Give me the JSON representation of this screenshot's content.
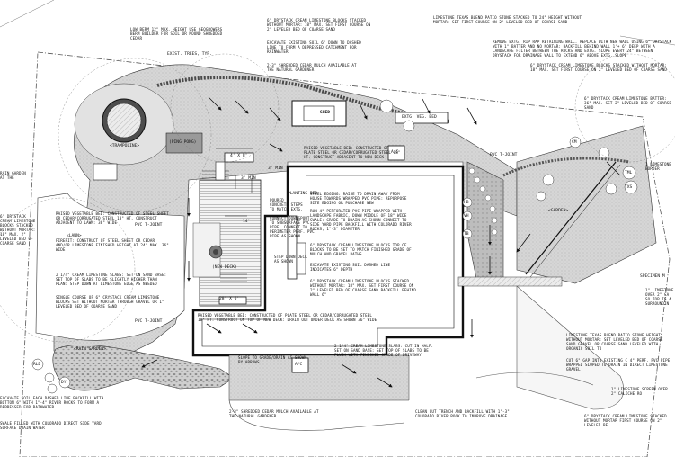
{
  "labels": {
    "trampoline": "<TRAMPOLINE>",
    "ping_pong": "(PING PONG)",
    "shed": "SHED",
    "extg_veg_bed": "EXTG. VEG. BED",
    "lawn": "<LAWN>",
    "new_deck": "(NEW DECK)",
    "garden": "<GARDEN>",
    "rain_garden": "<RAIN GARDEN>",
    "exist_trees": "EXIST. TREES, TYP.",
    "planting_bed": "PLANTING BED",
    "deck_dim": "28' X 6'",
    "dim_4x8": "4' X 8'",
    "min1": "3' MIN",
    "min2": "3' MIN",
    "dim_14": "14'",
    "ac1": "A/C",
    "ac2": "A/C",
    "specimen": "SPECIMEN M",
    "pvc1": "PVC T-JOINT",
    "pvc2": "PVC T-JOINT",
    "pvc3": "PVC T-JOINT"
  },
  "plants": {
    "rld": "RLD",
    "cm": "CM",
    "dy": "DY",
    "txs": "TXS",
    "tml": "TML",
    "vh": "VH",
    "hb": "HB",
    "tb": "TB"
  },
  "notes": {
    "n1": "LOW BERM 12\" MAX. HEIGHT USE GEOGROWERS BERM BUILDER FOR SOIL OR MOUND SHREDDED CEDAR",
    "n2": "6\" DRYSTACK CREAM LIMESTONE BLOCKS STACKED WITHOUT MORTAR: 18\" MAX. SET FIRST COURSE ON 2\" LEVELED BED OF COARSE SAND",
    "n3": "EXCAVATE EXISTING SOIL 6\" DOWN TO DASHED LINE TO FORM A DEPRESSED CATCHMENT FOR RAINWATER",
    "n4": "2-3\" SHREDDED CEDAR MULCH AVAILABLE AT THE NATURAL GARDENER",
    "n5": "LIMESTONE TEXAS BLEND PATIO STONE STACKED TO 24\" HEIGHT WITHOUT MORTAR: SET FIRST COURSE ON 2\" LEVELED BED OF COARSE SAND",
    "n6": "REMOVE EXTG. RIP RAP RETAINING WALL. REPLACE WITH NEW WALL USING 6\" DRYSTACK WITH 1\" BATTER AND NO MORTAR: BACKFILL BEHIND WALL 1'+ 6\" DEEP WITH A LANDSCAPE FILTER BETWEEN THE ROCKS AND EXTG. SLOPE EVERY 24\" BETWEEN DRYSTACK FOR DRAINAGE WALL TO EXTEND 6\" ABOVE EXTG. SLOPE",
    "n7": "6\" DRYSTACK CREAM LIMESTONE BLOCKS STACKED WITHOUT MORTAR: 18\" MAX. SET FIRST COURSE ON 2\" LEVELED BED OF COARSE SAND",
    "n8": "RAISED VEGETABLE BED: CONSTRUCTED OF PLATE STEEL OR CEDAR/CORRUGATED STEEL 18\" HT. CONSTRUCT ADJACENT TO NEW DECK",
    "n9": "STEEL EDGING: RAISE TO DRAIN AWAY FROM HOUSE TOWARDS WRAPPED PVC PIPE: REPURPOSE SITE EDGING OR PURCHASE NEW",
    "n10": "RUN 4\" PERFORATED PVC PIPE WRAPPED WITH LANDSCAPE FABRIC, DOWN MIDDLE OF 18\" WIDE SWALE: GRADE TO DRAIN AS SHOWN CONNECT TO SIDE YARD PIPE BACKFILL WITH COLORADO RIVER ROCKS, 1\"-3\" DIAMETER",
    "n11": "POURED CONCRETE STEPS TO MATCH EXTG.",
    "n12": "CONNECT DOWNSPOUT TO SUBSURFACE PVC PIPE: CONNECT TO PERIMETER PERF. PVC PIPE AS SHOWN",
    "n13": "6\" DRYSTACK CREAM LIMESTONE BLOCKS TOP OF BLOCKS TO BE SET TO MATCH FINISHED GRADE OF MULCH AND GRAVEL PATHS",
    "n14": "EXCAVATE EXISTING SOIL DASHED LINE INDICATES 6\" DEPTH",
    "n15": "6\" DRYSTACK CREAM LIMESTONE BLOCKS STACKED WITHOUT MORTAR: 18\" MAX. SET FIRST COURSE ON 2\" LEVELED BED OF COARSE SAND BACKFILL BEHIND WALL 6\"",
    "n16": "RAISED VEGETABLE BED: CONSTRUCTED OF STEEL SHEET OR CEDAR/CORRUGATED STEEL 18\" HT. CONSTRUCT ADJACENT TO LAWN: 36\" WIDE",
    "n17": "FIREPIT: CONSTRUCT OF STEEL SHEET OR CEDAR AND/OR LIMESTONE FINISHED HEIGHT AT 24\" MAX. 36\" WIDE",
    "n18": "2 1/4\" CREAM LIMESTONE SLABS: SET ON SAND BASE: SET TOP OF SLABS TO BE SLIGHTLY HIGHER THAN PLAN: STEP DOWN AT LIMESTONE EDGE AS NEEDED",
    "n19": "SINGLE COURSE OF 6\" CRYSTACK CREAM LIMESTONE BLOCKS SET WITHOUT MORTAR THROUGH GRAVEL OR 1\" LEVELED BED OF COARSE SAND",
    "n20": "RAISED VEGETABLE BED: CONSTRUCTED OF PLATE STEEL OR CEDAR/CORRUGATED STEEL 18\" HT. CONSTRUCT ON TOP OF NEW DECK: DRAIN OUT UNDER DECK AS SHOWN 36\" WIDE",
    "n21": "2 1/4\" CREAM LIMESTONE SLABS: CUT IN HALF. SET ON SAND BASE: SET TOP OF SLABS TO BE FLUSH WITH FINISHED GRADE OF DRIVEWAY",
    "n22": "SLOPE TO GRADE/DRAIN AS SHOWN BY ARROWS",
    "n23": "2-3\" SHREDDED CEDAR MULCH AVAILABLE AT THE NATURAL GARDENER",
    "n24": "CLEAN OUT TRENCH AND BACKFILL WITH 1\"-3\" COLORADO RIVER ROCK TO IMPROVE DRAINAGE",
    "n25": "LIMESTONE TEXAS BLEND PATIO STONE HEIGHT WITHOUT MORTAR: SET LEVELED BED OF COARSE SAND GRAVEL OR COARSE SAND LEVELED WITH ORGANIC SOIL TO",
    "n26": "CUT 6\" GAP INTO EXISTING C 4\" PERF. PVC PIPE WRAPPED SLOPED TO DRAIN IN DIRECT LIMESTONE GRAVEL",
    "n27": "1\" LIMESTONE SCREEN OVER 2\" CALICHE RO",
    "n28": "6\" DRYSTACK CREAM LIMESTONE STACKED WITHOUT MORTAR FIRST COURSE ON 2\" LEVELED BE",
    "n29": "STEP DOWN DECK AS SHOWN",
    "n30": "1\" LIMESTONE OVER 2\" CA SO TOP IS A SURROUNDIN",
    "n31": "6\" DRYSTACK CREAM LIMESTONE BATTER: 36\" MAX. SET 2\" LEVELED BED OF COARSE SAND",
    "n32": "6\" DRYSTACK CREAM LIMESTONE BLOCKS STACKED WITHOUT MORTAR: 18\" MAX. 2\" LEVELED BED OF COARSE SAND",
    "n33": "EXCAVATE SOIL EACH DASHED LINE BACKFILL WITH BOTTOM 6\" WITH 1\"-4\" RIVER ROCKS TO FORM A DEPRESSED FOR RAINWATER",
    "n34": "SWALE FILLED WITH COLORADO DIRECT SIDE YARD SURFACE DRAIN WATER",
    "n35": "RAIN GARDEN AT THE",
    "n36": "1 LIMESTONE BORDER"
  }
}
